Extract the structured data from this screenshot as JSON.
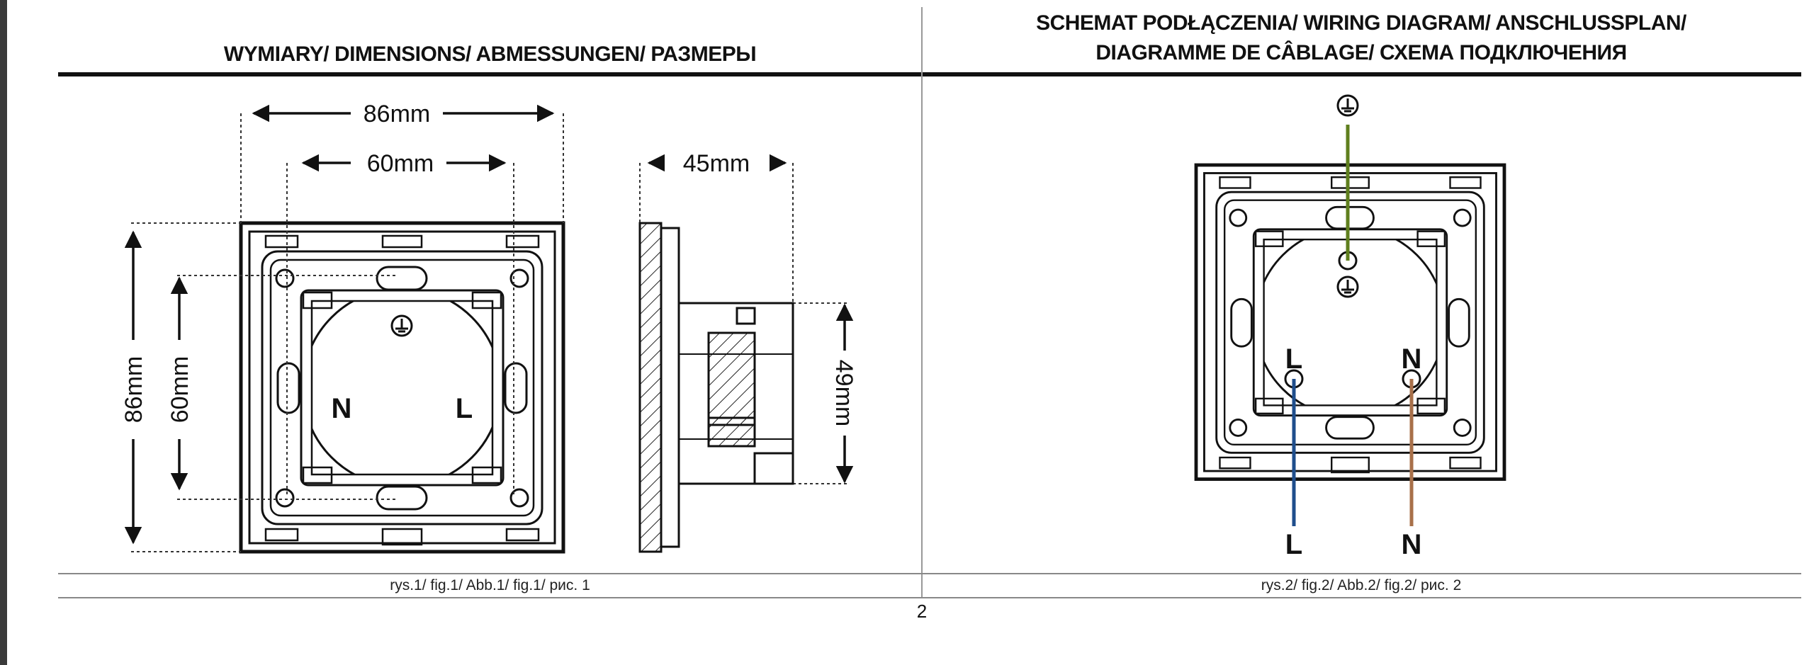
{
  "left_section": {
    "title": "WYMIARY/ DIMENSIONS/ ABMESSUNGEN/ РАЗМЕРЫ",
    "caption": "rys.1/ fig.1/ Abb.1/ fig.1/ рис. 1",
    "dims": {
      "width_outer": "86mm",
      "width_inner": "60mm",
      "depth": "45mm",
      "height_outer": "86mm",
      "height_inner": "60mm",
      "module_height": "49mm"
    },
    "terminals": {
      "left": "N",
      "right": "L"
    }
  },
  "right_section": {
    "title_line1": "SCHEMAT PODŁĄCZENIA/ WIRING DIAGRAM/ ANSCHLUSSPLAN/",
    "title_line2": "DIAGRAMME DE CÂBLAGE/ СХЕМА ПОДКЛЮЧЕНИЯ",
    "caption": "rys.2/ fig.2/ Abb.2/ fig.2/ рис. 2",
    "terminals": {
      "left": "L",
      "right": "N"
    },
    "wires": {
      "left": "L",
      "right": "N"
    },
    "wire_colors": {
      "earth": "#5f7f1e",
      "live": "#1f4e8c",
      "neutral": "#a8704a"
    }
  },
  "page_number": "2"
}
